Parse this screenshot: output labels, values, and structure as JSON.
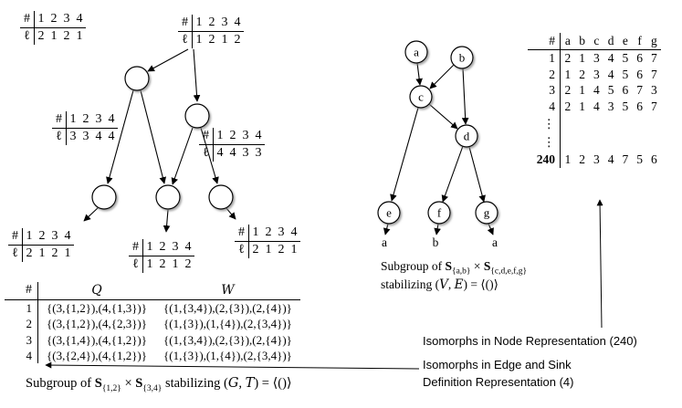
{
  "colors": {
    "ink": "#000000",
    "node_fill": "#ffffff",
    "shadow": "#888888"
  },
  "left_dag": {
    "edge_tables": {
      "t_root_left": {
        "rows": [
          [
            "#",
            "1",
            "2",
            "3",
            "4"
          ],
          [
            "ℓ",
            "2",
            "1",
            "2",
            "1"
          ]
        ]
      },
      "t_root_right": {
        "rows": [
          [
            "#",
            "1",
            "2",
            "3",
            "4"
          ],
          [
            "ℓ",
            "1",
            "2",
            "1",
            "2"
          ]
        ]
      },
      "t_mid_left": {
        "rows": [
          [
            "#",
            "1",
            "2",
            "3",
            "4"
          ],
          [
            "ℓ",
            "3",
            "3",
            "4",
            "4"
          ]
        ]
      },
      "t_mid_right": {
        "rows": [
          [
            "#",
            "1",
            "2",
            "3",
            "4"
          ],
          [
            "ℓ",
            "4",
            "4",
            "3",
            "3"
          ]
        ]
      },
      "t_bottom_left": {
        "rows": [
          [
            "#",
            "1",
            "2",
            "3",
            "4"
          ],
          [
            "ℓ",
            "2",
            "1",
            "2",
            "1"
          ]
        ]
      },
      "t_bottom_mid": {
        "rows": [
          [
            "#",
            "1",
            "2",
            "3",
            "4"
          ],
          [
            "ℓ",
            "1",
            "2",
            "1",
            "2"
          ]
        ]
      },
      "t_bottom_right": {
        "rows": [
          [
            "#",
            "1",
            "2",
            "3",
            "4"
          ],
          [
            "ℓ",
            "2",
            "1",
            "2",
            "1"
          ]
        ]
      }
    }
  },
  "right_graph": {
    "nodes": {
      "a": "a",
      "b": "b",
      "c": "c",
      "d": "d",
      "e": "e",
      "f": "f",
      "g": "g"
    },
    "sink_labels": {
      "under_e": "a",
      "under_f": "b",
      "under_g": "a"
    }
  },
  "node_table": {
    "rows": [
      [
        "#",
        "a",
        "b",
        "c",
        "d",
        "e",
        "f",
        "g"
      ],
      [
        "1",
        "2",
        "1",
        "3",
        "4",
        "5",
        "6",
        "7"
      ],
      [
        "2",
        "1",
        "2",
        "3",
        "4",
        "5",
        "6",
        "7"
      ],
      [
        "3",
        "2",
        "1",
        "4",
        "5",
        "6",
        "7",
        "3"
      ],
      [
        "4",
        "2",
        "1",
        "4",
        "3",
        "5",
        "6",
        "7"
      ],
      [
        "⋮",
        "",
        "",
        "",
        "",
        "",
        "",
        ""
      ],
      [
        "⋮",
        "",
        "",
        "",
        "",
        "",
        "",
        ""
      ],
      [
        "240",
        "1",
        "2",
        "3",
        "4",
        "7",
        "5",
        "6"
      ]
    ]
  },
  "edge_table": {
    "rows": [
      [
        "#",
        "Q",
        "W"
      ],
      [
        "1",
        "{(3,{1,2}),(4,{1,3})}",
        "{(1,{3,4}),(2,{3}),(2,{4})}"
      ],
      [
        "2",
        "{(3,{1,2}),(4,{2,3})}",
        "{(1,{3}),(1,{4}),(2,{3,4})}"
      ],
      [
        "3",
        "{(3,{1,4}),(4,{1,2})}",
        "{(1,{3,4}),(2,{3}),(2,{4})}"
      ],
      [
        "4",
        "{(3,{2,4}),(4,{1,2})}",
        "{(1,{3}),(1,{4}),(2,{3,4})}"
      ]
    ]
  },
  "captions": {
    "right": {
      "pre": "Subgroup of ",
      "s1": "S",
      "sub1": "{a,b}",
      "times": " × ",
      "s2": "S",
      "sub2": "{c,d,e,f,g}",
      "stab": "stabilizing (",
      "v": "V",
      "comma": ", ",
      "e": "E",
      "post": ") = ⟨()⟩"
    },
    "bottom": {
      "pre": "Subgroup of ",
      "s1": "S",
      "sub1": "{1,2}",
      "times": " × ",
      "s2": "S",
      "sub2": "{3,4}",
      "stab": " stabilizing (",
      "g": "G",
      "comma": ", ",
      "t": "T",
      "post": ") = ⟨()⟩"
    }
  },
  "annotations": {
    "node_rep": "Isomorphs in Node Representation (240)",
    "edge_rep_line1": "Isomorphs in Edge and Sink",
    "edge_rep_line2": "Definition Representation (4)"
  }
}
